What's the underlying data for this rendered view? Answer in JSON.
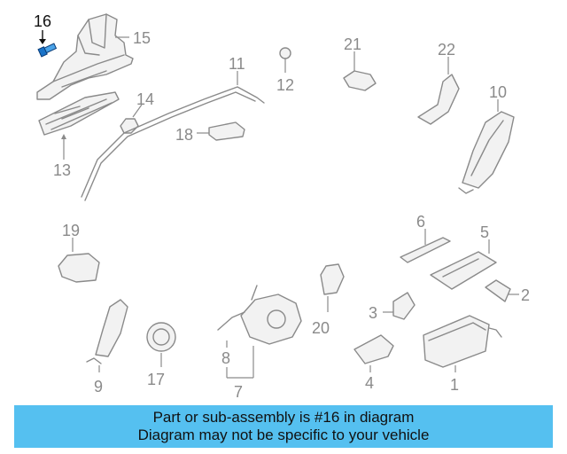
{
  "callouts": {
    "c1": "1",
    "c2": "2",
    "c3": "3",
    "c4": "4",
    "c5": "5",
    "c6": "6",
    "c7": "7",
    "c8": "8",
    "c9": "9",
    "c10": "10",
    "c11": "11",
    "c12": "12",
    "c13": "13",
    "c14": "14",
    "c15": "15",
    "c16": "16",
    "c17": "17",
    "c18": "18",
    "c19": "19",
    "c20": "20",
    "c21": "21",
    "c22": "22"
  },
  "highlight": {
    "part": "16",
    "color": "#1a73c8"
  },
  "banner": {
    "line1": "Part or sub-assembly is #16 in diagram",
    "line2": "Diagram may not be specific to your vehicle",
    "color": "#55c0f0"
  }
}
